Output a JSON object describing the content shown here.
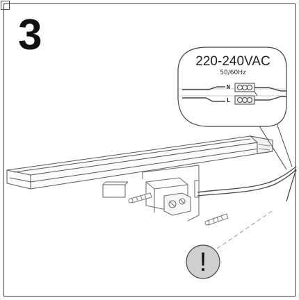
{
  "step": {
    "number": "3"
  },
  "callout": {
    "voltage": "220-240VAC",
    "frequency": "50/60Hz",
    "neutral_label": "N",
    "live_label": "L"
  },
  "warning": {
    "symbol": "!"
  },
  "icons": {
    "warning": "warning-exclamation-icon",
    "terminal": "terminal-block-icon"
  },
  "colors": {
    "line": "#444444",
    "warning_fill": "#cfcfcf"
  }
}
